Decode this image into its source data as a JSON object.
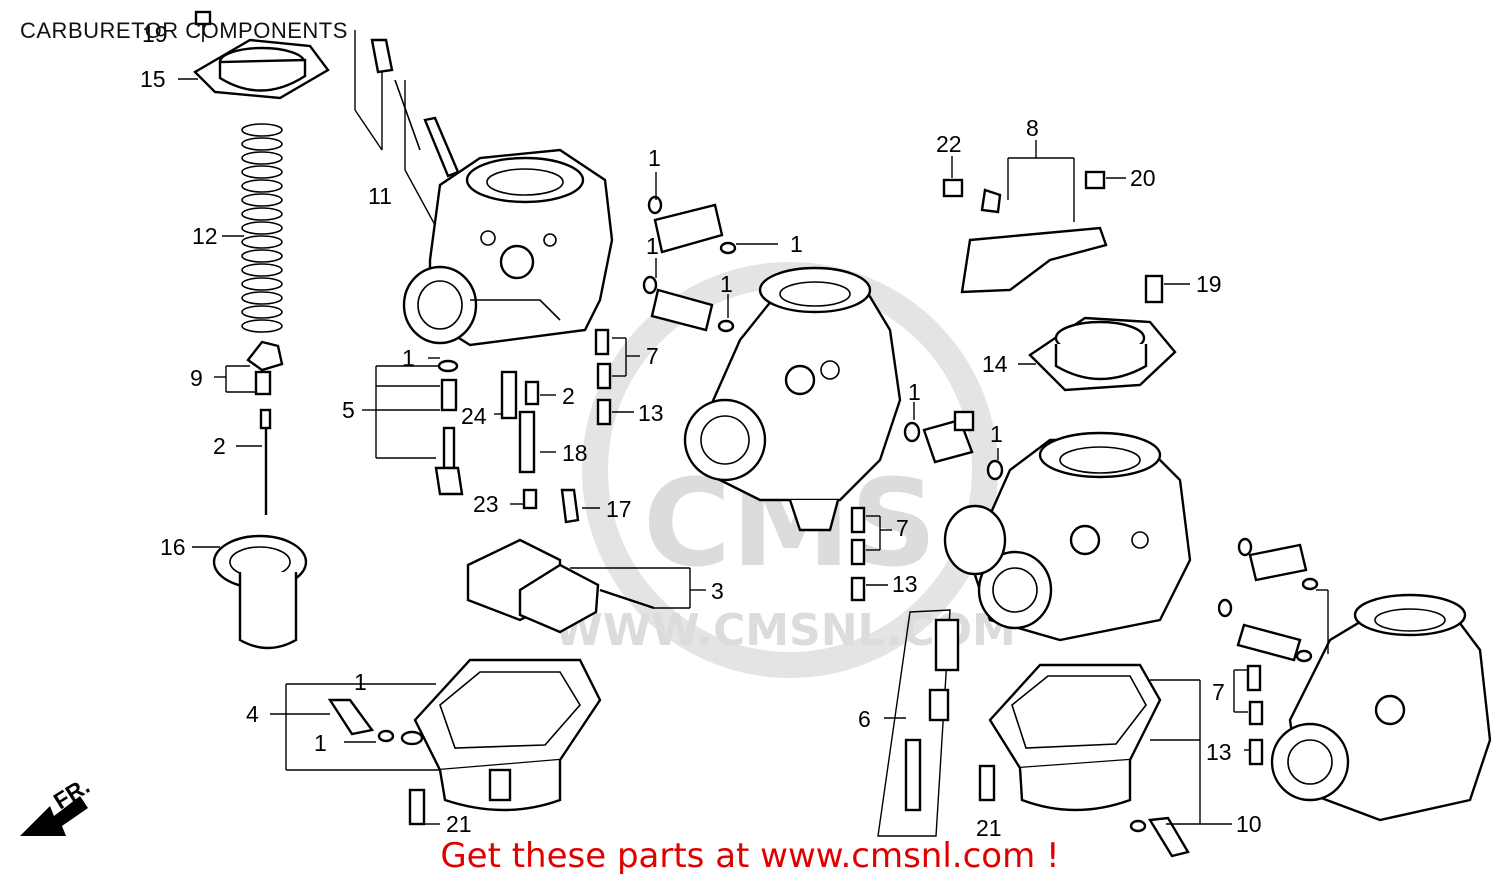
{
  "page": {
    "title": "CARBURETOR COMPONENTS",
    "footer": "Get these parts at www.cmsnl.com !",
    "footer_color": "#e00000"
  },
  "watermark": {
    "brand": "CMS",
    "url": "WWW.CMSNL.COM",
    "color": "#dcdcdc"
  },
  "direction_marker": {
    "label": "FR.",
    "icon": "arrow-forward-icon"
  },
  "callouts": [
    {
      "id": "c-19-top",
      "num": "19"
    },
    {
      "id": "c-15",
      "num": "15"
    },
    {
      "id": "c-12",
      "num": "12"
    },
    {
      "id": "c-9",
      "num": "9"
    },
    {
      "id": "c-2-left",
      "num": "2"
    },
    {
      "id": "c-16",
      "num": "16"
    },
    {
      "id": "c-11",
      "num": "11"
    },
    {
      "id": "c-1-jet",
      "num": "1"
    },
    {
      "id": "c-5",
      "num": "5"
    },
    {
      "id": "c-24",
      "num": "24"
    },
    {
      "id": "c-2-mid",
      "num": "2"
    },
    {
      "id": "c-18",
      "num": "18"
    },
    {
      "id": "c-23",
      "num": "23"
    },
    {
      "id": "c-17",
      "num": "17"
    },
    {
      "id": "c-3",
      "num": "3"
    },
    {
      "id": "c-1-bowl-a",
      "num": "1"
    },
    {
      "id": "c-4",
      "num": "4"
    },
    {
      "id": "c-1-bowl-b",
      "num": "1"
    },
    {
      "id": "c-21-left",
      "num": "21"
    },
    {
      "id": "c-1-a",
      "num": "1"
    },
    {
      "id": "c-1-b",
      "num": "1"
    },
    {
      "id": "c-1-c",
      "num": "1"
    },
    {
      "id": "c-1-d",
      "num": "1"
    },
    {
      "id": "c-7-a",
      "num": "7"
    },
    {
      "id": "c-13-a",
      "num": "13"
    },
    {
      "id": "c-1-e",
      "num": "1"
    },
    {
      "id": "c-1-f",
      "num": "1"
    },
    {
      "id": "c-7-b",
      "num": "7"
    },
    {
      "id": "c-13-b",
      "num": "13"
    },
    {
      "id": "c-6",
      "num": "6"
    },
    {
      "id": "c-22",
      "num": "22"
    },
    {
      "id": "c-8",
      "num": "8"
    },
    {
      "id": "c-20",
      "num": "20"
    },
    {
      "id": "c-19-right",
      "num": "19"
    },
    {
      "id": "c-14",
      "num": "14"
    },
    {
      "id": "c-7-c",
      "num": "7"
    },
    {
      "id": "c-13-c",
      "num": "13"
    },
    {
      "id": "c-10",
      "num": "10"
    },
    {
      "id": "c-21-right",
      "num": "21"
    }
  ]
}
